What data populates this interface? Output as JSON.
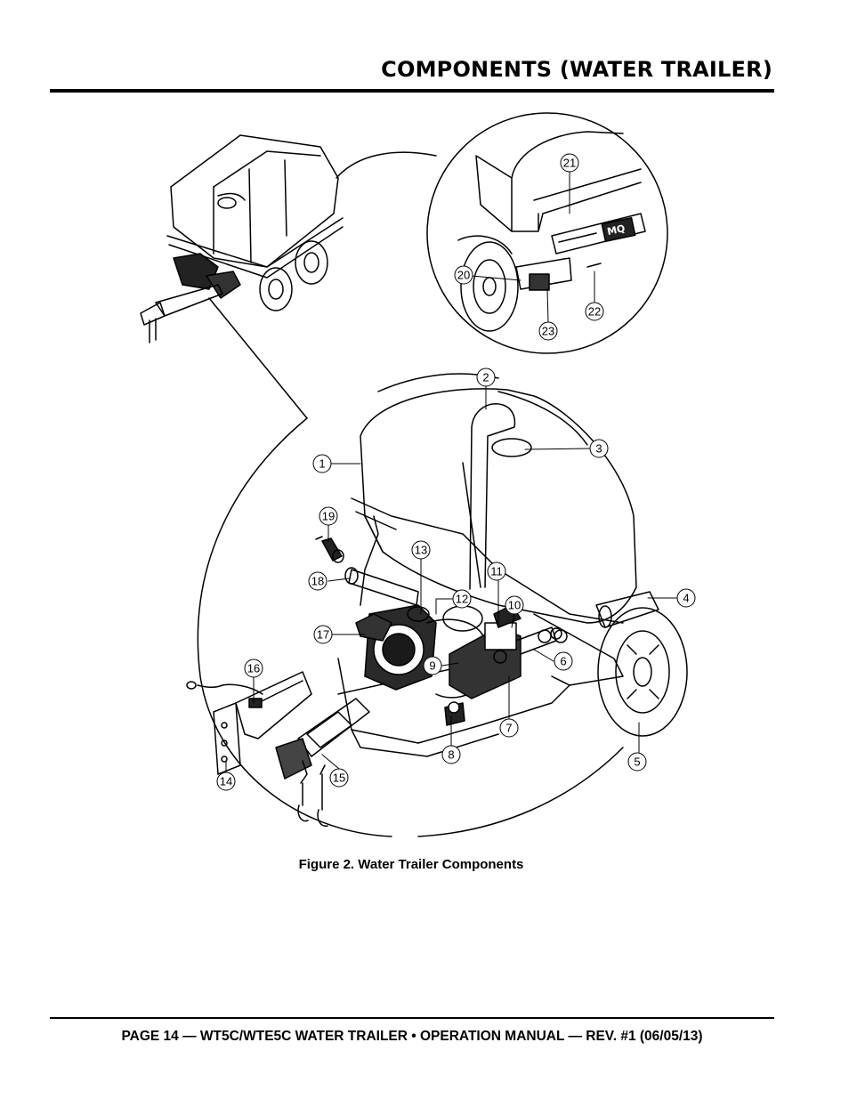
{
  "header": {
    "title": "COMPONENTS (WATER TRAILER)"
  },
  "figure": {
    "caption": "Figure 2. Water Trailer Components",
    "callouts": [
      "1",
      "2",
      "3",
      "4",
      "5",
      "6",
      "7",
      "8",
      "9",
      "10",
      "11",
      "12",
      "13",
      "14",
      "15",
      "16",
      "17",
      "18",
      "19",
      "20",
      "21",
      "22",
      "23"
    ],
    "brand_marking": "MQ"
  },
  "footer": {
    "text": "PAGE 14 — WT5C/WTE5C WATER TRAILER • OPERATION MANUAL — REV. #1 (06/05/13)"
  }
}
